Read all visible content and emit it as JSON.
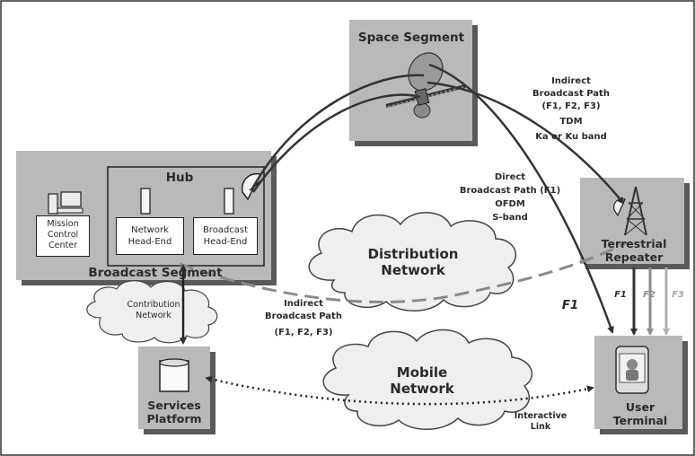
{
  "space_segment": {
    "title": "Space Segment"
  },
  "hub": {
    "title": "Hub"
  },
  "broadcast_segment": {
    "title": "Broadcast Segment",
    "mission_control": [
      "Mission",
      "Control",
      "Center"
    ],
    "network_head_end": [
      "Network",
      "Head-End"
    ],
    "broadcast_head_end": [
      "Broadcast",
      "Head-End"
    ]
  },
  "terrestrial_repeater": {
    "title": [
      "Terrestrial",
      "Repeater"
    ]
  },
  "services_platform": {
    "title": [
      "Services",
      "Platform"
    ]
  },
  "user_terminal": {
    "title": [
      "User",
      "Terminal"
    ]
  },
  "clouds": {
    "distribution": [
      "Distribution",
      "Network"
    ],
    "mobile": [
      "Mobile",
      "Network"
    ],
    "contribution": [
      "Contribution",
      "Network"
    ]
  },
  "paths": {
    "indirect_top": [
      "Indirect",
      "Broadcast Path",
      "(F1, F2, F3)",
      "TDM",
      "Ka or Ku band"
    ],
    "direct": [
      "Direct",
      "Broadcast Path (F1)",
      "OFDM",
      "S-band"
    ],
    "indirect_bottom": [
      "Indirect",
      "Broadcast Path",
      "(F1, F2, F3)"
    ],
    "interactive": [
      "Interactive",
      "Link"
    ]
  },
  "frequency_labels": {
    "f1_main": "F1",
    "f1": "F1",
    "f2": "F2",
    "f3": "F3"
  },
  "colors": {
    "box_fill": "#b9b9b9",
    "box_shadow": "#5a5a5a",
    "cloud_fill": "#efefef",
    "arrow_dark": "#333333",
    "arrow_gray": "#8c8c8c",
    "arrow_light": "#b0b0b0"
  }
}
